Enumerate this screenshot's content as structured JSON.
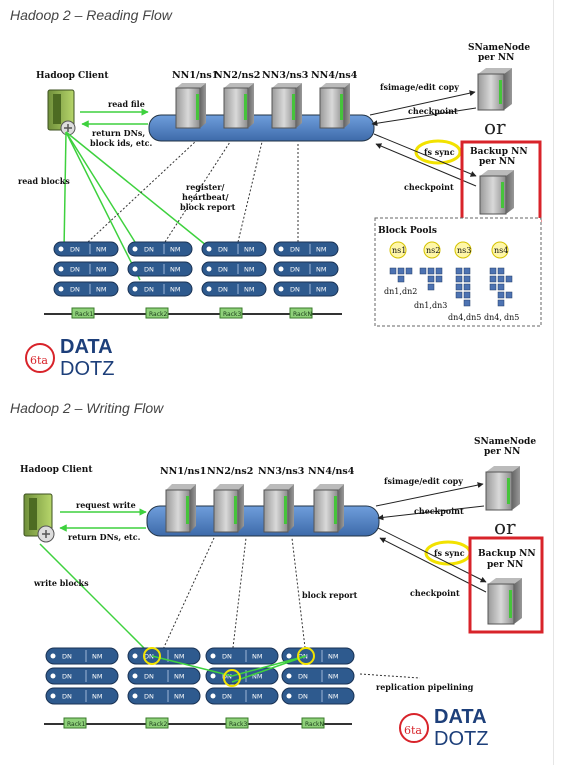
{
  "reading": {
    "title": "Hadoop 2 – Reading Flow",
    "client": "Hadoop Client",
    "namenodes": [
      "NN1/ns1",
      "NN2/ns2",
      "NN3/ns3",
      "NN4/ns4"
    ],
    "read_file": "read file",
    "return_line1": "return DNs,",
    "return_line2": "block ids, etc.",
    "read_blocks": "read blocks",
    "register_line1": "register/",
    "register_line2": "heartbeat/",
    "register_line3": "block report",
    "fsimage": "fsimage/edit copy",
    "checkpoint": "checkpoint",
    "checkpoint2": "checkpoint",
    "snamenode_line1": "SNameNode",
    "snamenode_line2": "per NN",
    "or": "or",
    "fs_sync": "fs sync",
    "backup_line1": "Backup NN",
    "backup_line2": "per NN",
    "block_pools": {
      "title": "Block Pools",
      "pools": [
        "ns1",
        "ns2",
        "ns3",
        "ns4"
      ],
      "labels": [
        "dn1,",
        "dn2",
        "dn1,",
        "dn3",
        "dn4,",
        "dn5",
        "dn4,",
        "dn5"
      ]
    },
    "dn": "DN",
    "nm": "NM",
    "racks": [
      "Rack1",
      "Rack2",
      "Rack3",
      "RackN"
    ]
  },
  "writing": {
    "title": "Hadoop 2 – Writing Flow",
    "client": "Hadoop Client",
    "namenodes": [
      "NN1/ns1",
      "NN2/ns2",
      "NN3/ns3",
      "NN4/ns4"
    ],
    "request_write": "request write",
    "return_dns": "return DNs, etc.",
    "write_blocks": "write blocks",
    "block_report": "block report",
    "fsimage": "fsimage/edit copy",
    "checkpoint": "checkpoint",
    "checkpoint2": "checkpoint",
    "snamenode_line1": "SNameNode",
    "snamenode_line2": "per NN",
    "or": "or",
    "fs_sync": "fs sync",
    "backup_line1": "Backup NN",
    "backup_line2": "per NN",
    "replication": "replication pipelining",
    "dn": "DN",
    "nm": "NM",
    "racks": [
      "Rack1",
      "Rack2",
      "Rack3",
      "RackN"
    ]
  },
  "logo": {
    "word1": "DATA",
    "word2": "DOTZ"
  },
  "colors": {
    "bus": "#4f7fc4",
    "node_row": "#2e5a8e",
    "green_line": "#3ed13e",
    "highlight_red": "#d8232a",
    "highlight_yellow": "#f2e200",
    "logo_blue": "#1d3f7a",
    "logo_red": "#d8232a"
  }
}
